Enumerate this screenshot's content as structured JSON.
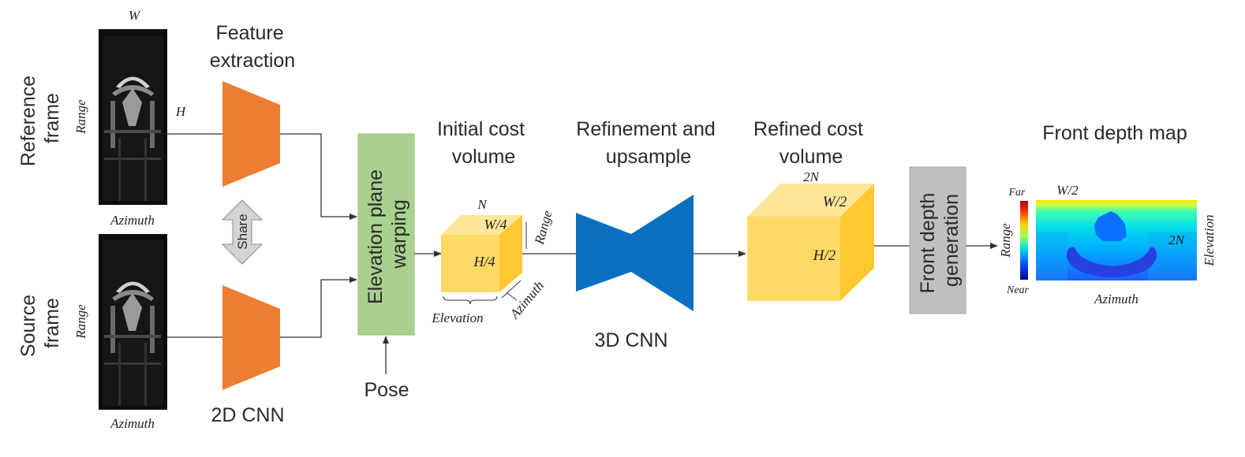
{
  "labels": {
    "reference_frame": [
      "Reference",
      "frame"
    ],
    "source_frame": [
      "Source",
      "frame"
    ],
    "feature_extraction": [
      "Feature",
      "extraction"
    ],
    "share": "Share",
    "cnn_2d": "2D CNN",
    "elevation_warping": [
      "Elevation plane",
      "warping"
    ],
    "pose": "Pose",
    "initial_cost_volume": [
      "Initial cost",
      "volume"
    ],
    "refinement": [
      "Refinement and",
      "upsample"
    ],
    "cnn_3d": "3D CNN",
    "refined_cost_volume": [
      "Refined cost",
      "volume"
    ],
    "front_depth_generation": [
      "Front depth",
      "generation"
    ],
    "front_depth_map": "Front depth map"
  },
  "dims": {
    "W": "W",
    "H": "H",
    "range": "Range",
    "azimuth": "Azimuth",
    "elevation": "Elevation",
    "N": "N",
    "W4": "W/4",
    "H4": "H/4",
    "two_N": "2N",
    "W2": "W/2",
    "H2": "H/2",
    "far": "Far",
    "near": "Near"
  },
  "colors": {
    "encoder": "#ed7d31",
    "warping_box": "#a9d18e",
    "cube_front": "#ffd966",
    "cube_top": "#ffe699",
    "cube_side": "#ffc830",
    "decoder": "#0b6fc0",
    "generation_box": "#bfbfbf"
  }
}
